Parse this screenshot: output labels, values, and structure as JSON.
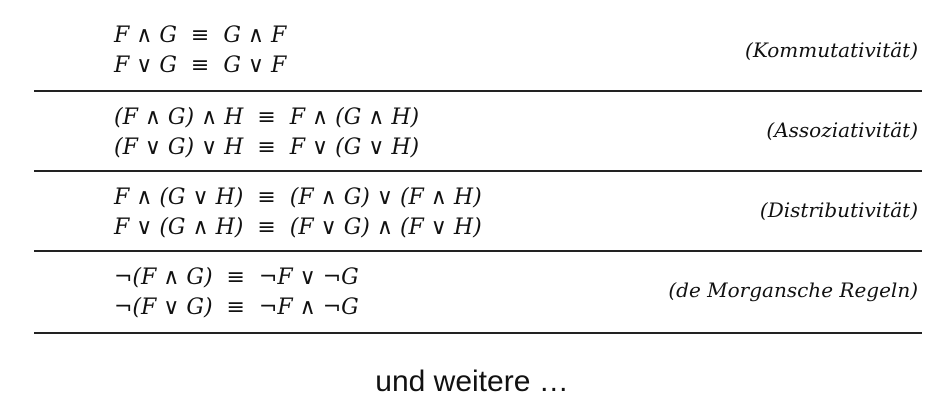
{
  "laws": [
    {
      "lines": [
        "F ∧ G  ≡  G ∧ F",
        "F ∨ G  ≡  G ∨ F"
      ],
      "name": "(Kommutativität)"
    },
    {
      "lines": [
        "(F ∧ G) ∧ H  ≡  F ∧ (G ∧ H)",
        "(F ∨ G) ∨ H  ≡  F ∨ (G ∨ H)"
      ],
      "name": "(Assoziativität)"
    },
    {
      "lines": [
        "F ∧ (G ∨ H)  ≡  (F ∧ G) ∨ (F ∧ H)",
        "F ∨ (G ∧ H)  ≡  (F ∨ G) ∧ (F ∨ H)"
      ],
      "name": "(Distributivität)"
    },
    {
      "lines": [
        "¬(F ∧ G)  ≡  ¬F ∨ ¬G",
        "¬(F ∨ G)  ≡  ¬F ∧ ¬G"
      ],
      "name": "(de Morgansche Regeln)"
    }
  ],
  "footer": "und weitere …"
}
